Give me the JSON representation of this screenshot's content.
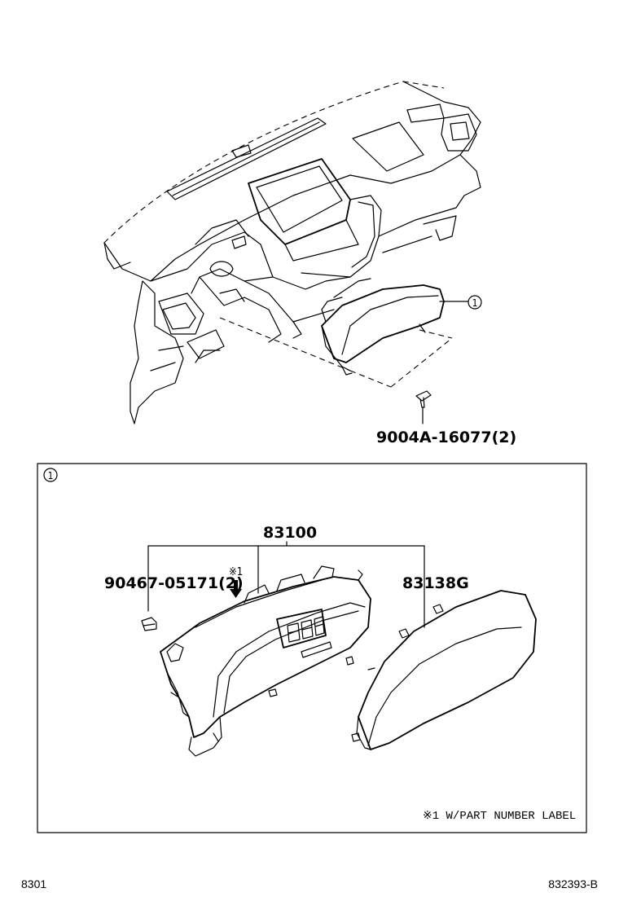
{
  "callout_symbol": "①",
  "reference_mark": "※1",
  "parts": {
    "bolt": "9004A-16077(2)",
    "meter_assy": "83100",
    "bulb": "90467-05171(2)",
    "glass": "83138G"
  },
  "note": "※1 W/PART NUMBER LABEL",
  "footer": {
    "left": "8301",
    "right": "832393-B"
  }
}
